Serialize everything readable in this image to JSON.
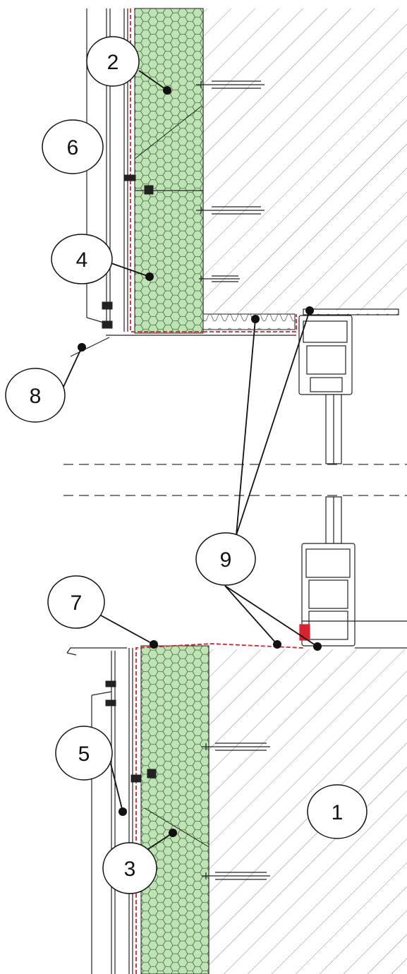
{
  "colors": {
    "insulation_fill": "#bfe3b4",
    "insulation_cell": "#3f6a3b",
    "membrane": "#d9232e",
    "masonry_hatch": "#8a8a8a",
    "line": "#222222",
    "callout_fill": "#ffffff"
  },
  "callouts": [
    {
      "id": "1",
      "label": "1"
    },
    {
      "id": "2",
      "label": "2"
    },
    {
      "id": "3",
      "label": "3"
    },
    {
      "id": "4",
      "label": "4"
    },
    {
      "id": "5",
      "label": "5"
    },
    {
      "id": "6",
      "label": "6"
    },
    {
      "id": "7",
      "label": "7"
    },
    {
      "id": "8",
      "label": "8"
    },
    {
      "id": "9",
      "label": "9"
    }
  ]
}
